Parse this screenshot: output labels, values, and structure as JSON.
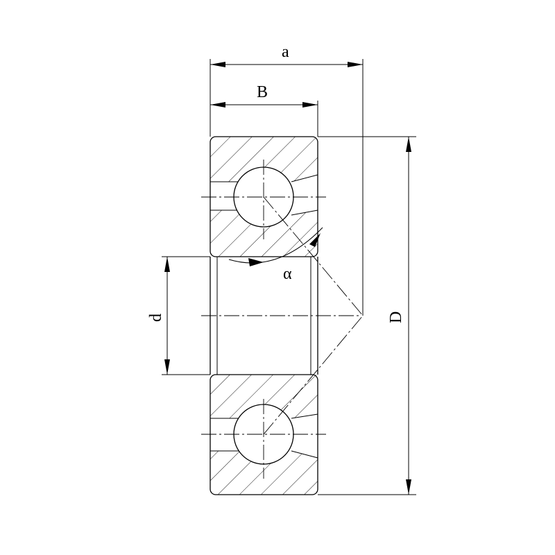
{
  "labels": {
    "a": "a",
    "B": "B",
    "d": "d",
    "D": "D",
    "alpha": "α"
  },
  "colors": {
    "line": "#000000",
    "background": "#ffffff"
  }
}
